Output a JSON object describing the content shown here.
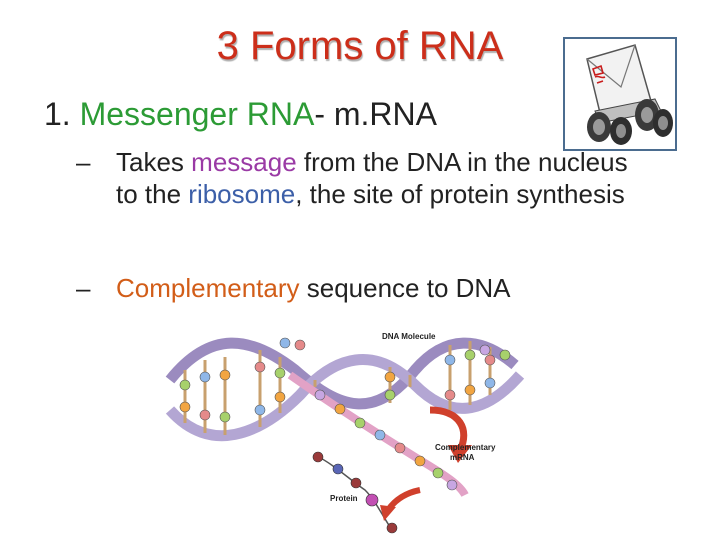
{
  "slide": {
    "title": "3 Forms of RNA",
    "item1": {
      "number": "1.",
      "name": "Messenger RNA",
      "rest": "- m.RNA"
    },
    "bullets": [
      {
        "dash": "–",
        "parts": [
          "Takes ",
          "message",
          " from the DNA in the nucleus to the ",
          "ribosome",
          ", the site of protein synthesis"
        ]
      },
      {
        "dash": "–",
        "parts": [
          "Complementary",
          " sequence to DNA"
        ]
      }
    ]
  },
  "figure": {
    "labels": {
      "dna_molecule": "DNA Molecule",
      "complementary": "Complementary",
      "mrna": "mRNA",
      "protein": "Protein"
    }
  },
  "icons": {
    "mail_icon": "envelope-on-wheels-icon"
  }
}
